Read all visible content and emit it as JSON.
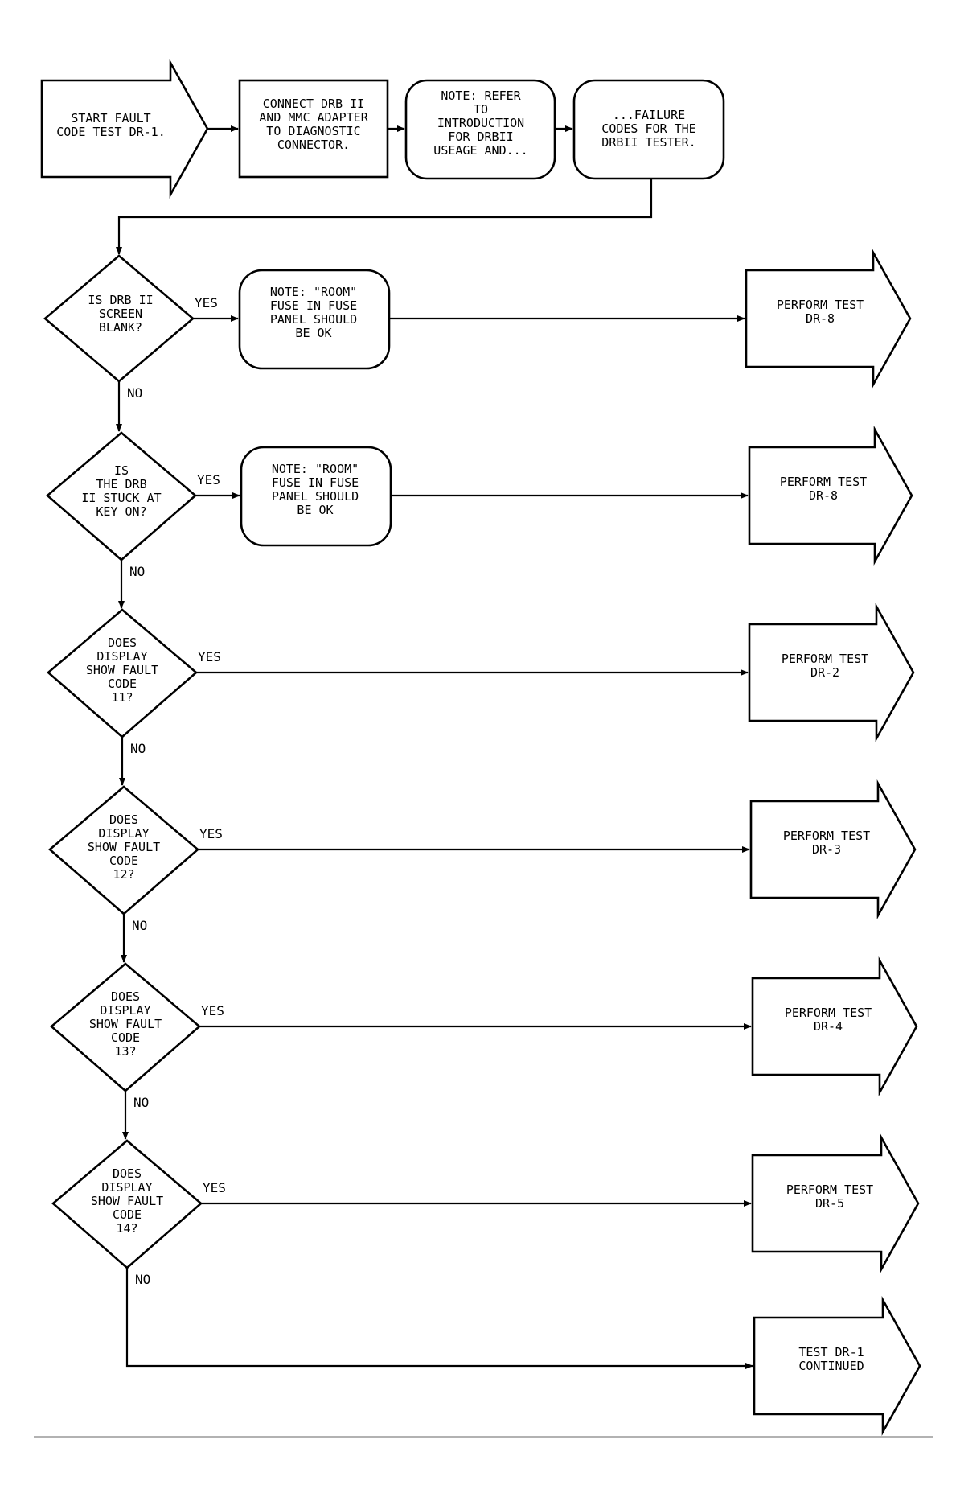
{
  "start": {
    "lines": [
      "START FAULT",
      "CODE TEST DR-1."
    ]
  },
  "connect": {
    "lines": [
      "CONNECT DRB II",
      "AND MMC ADAPTER",
      "TO DIAGNOSTIC",
      "CONNECTOR."
    ]
  },
  "note_refer": {
    "lines": [
      "NOTE: REFER",
      "TO",
      "INTRODUCTION",
      "FOR DRBII",
      "USEAGE AND..."
    ]
  },
  "note_failure": {
    "lines": [
      "...FAILURE",
      "CODES FOR THE",
      "DRBII TESTER."
    ]
  },
  "decisions": [
    {
      "lines": [
        "IS DRB II",
        "SCREEN",
        "BLANK?"
      ],
      "yes": "YES",
      "no": "NO"
    },
    {
      "lines": [
        "IS",
        "THE DRB",
        "II STUCK AT",
        "KEY ON?"
      ],
      "yes": "YES",
      "no": "NO"
    },
    {
      "lines": [
        "DOES",
        "DISPLAY",
        "SHOW FAULT",
        "CODE",
        "11?"
      ],
      "yes": "YES",
      "no": "NO"
    },
    {
      "lines": [
        "DOES",
        "DISPLAY",
        "SHOW FAULT",
        "CODE",
        "12?"
      ],
      "yes": "YES",
      "no": "NO"
    },
    {
      "lines": [
        "DOES",
        "DISPLAY",
        "SHOW FAULT",
        "CODE",
        "13?"
      ],
      "yes": "YES",
      "no": "NO"
    },
    {
      "lines": [
        "DOES",
        "DISPLAY",
        "SHOW FAULT",
        "CODE",
        "14?"
      ],
      "yes": "YES",
      "no": "NO"
    }
  ],
  "notes": [
    {
      "lines": [
        "NOTE: \"ROOM\"",
        "FUSE IN FUSE",
        "PANEL SHOULD",
        "BE OK"
      ]
    },
    {
      "lines": [
        "NOTE: \"ROOM\"",
        "FUSE IN FUSE",
        "PANEL SHOULD",
        "BE OK"
      ]
    }
  ],
  "actions": [
    {
      "lines": [
        "PERFORM TEST",
        "DR-8"
      ]
    },
    {
      "lines": [
        "PERFORM TEST",
        "DR-8"
      ]
    },
    {
      "lines": [
        "PERFORM TEST",
        "DR-2"
      ]
    },
    {
      "lines": [
        "PERFORM TEST",
        "DR-3"
      ]
    },
    {
      "lines": [
        "PERFORM TEST",
        "DR-4"
      ]
    },
    {
      "lines": [
        "PERFORM TEST",
        "DR-5"
      ]
    },
    {
      "lines": [
        "TEST DR-1",
        "CONTINUED"
      ]
    }
  ]
}
